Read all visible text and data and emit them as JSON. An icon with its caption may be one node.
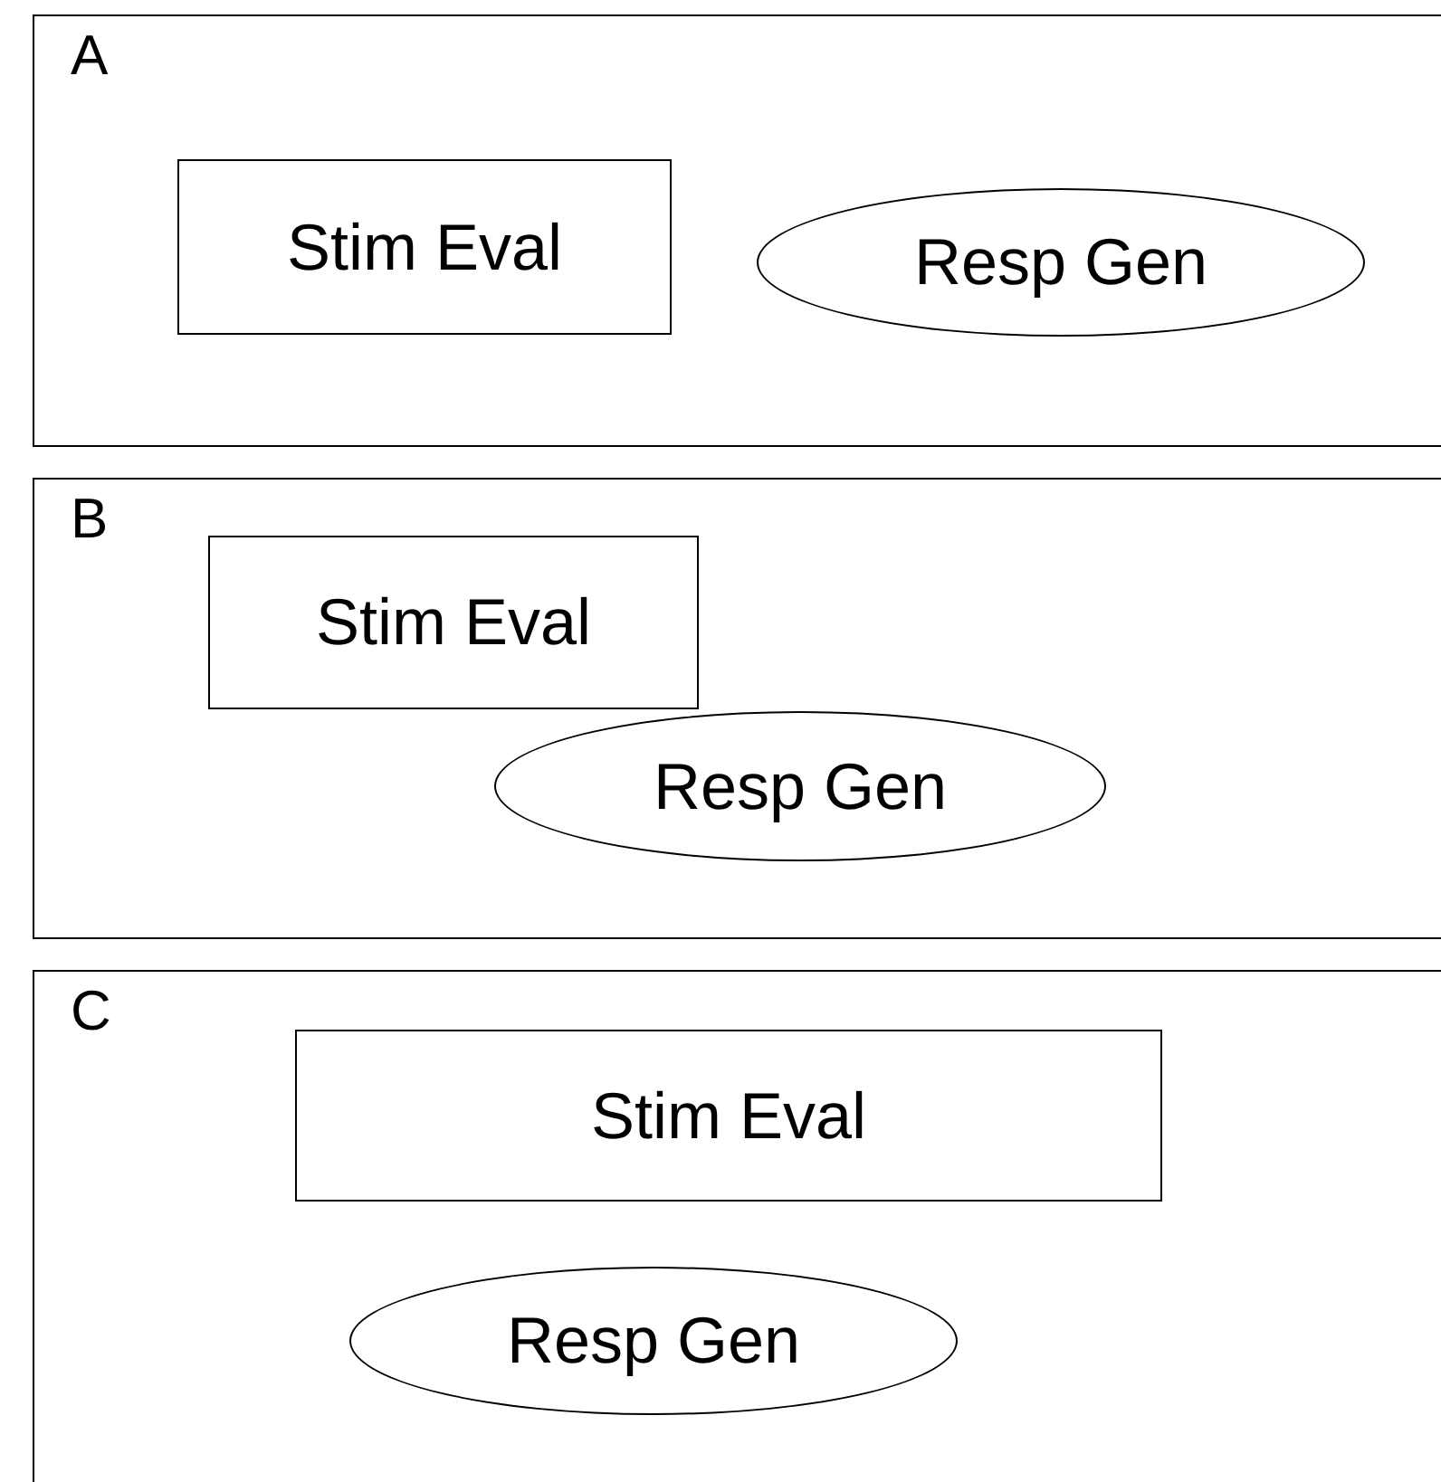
{
  "diagram": {
    "nodes": [
      {
        "text": [
          "A"
        ]
      },
      {
        "text": [
          "Stim Eval"
        ],
        "in": 0
      },
      {
        "text": [
          "Resp Gen"
        ],
        "in": 0
      },
      {
        "text": [
          "B"
        ]
      },
      {
        "text": [
          "Stim Eval"
        ],
        "in": 3
      },
      {
        "text": [
          "Resp Gen"
        ],
        "in": 3
      },
      {
        "text": [
          "C"
        ]
      },
      {
        "text": [
          "Stim Eval"
        ],
        "in": 6
      },
      {
        "text": [
          "Resp Gen"
        ],
        "in": 6
      }
    ]
  }
}
